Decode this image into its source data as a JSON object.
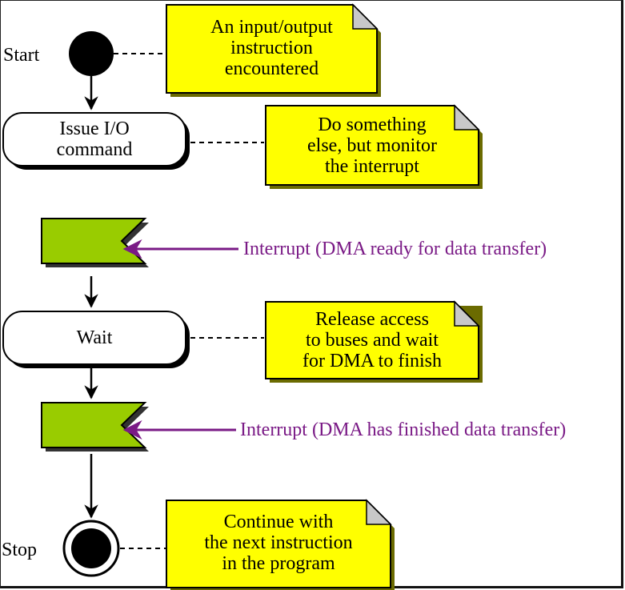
{
  "colors": {
    "note_fill": "#ffff00",
    "signal_fill": "#99cc00",
    "interrupt_text": "#7a1a86"
  },
  "labels": {
    "start": "Start",
    "stop": "Stop"
  },
  "activities": {
    "issue_io": [
      "Issue I/O",
      "command"
    ],
    "wait": [
      "Wait"
    ]
  },
  "notes": {
    "io_instruction": [
      "An input/output",
      "instruction",
      "encountered"
    ],
    "do_something": [
      "Do something",
      "else, but monitor",
      "the interrupt"
    ],
    "release_access": [
      "Release access",
      "to buses and wait",
      "for DMA to finish"
    ],
    "continue": [
      "Continue with",
      "the next instruction",
      "in the program"
    ]
  },
  "interrupts": {
    "dma_ready": "Interrupt (DMA ready for data transfer)",
    "dma_finished": "Interrupt (DMA has finished data transfer)"
  }
}
